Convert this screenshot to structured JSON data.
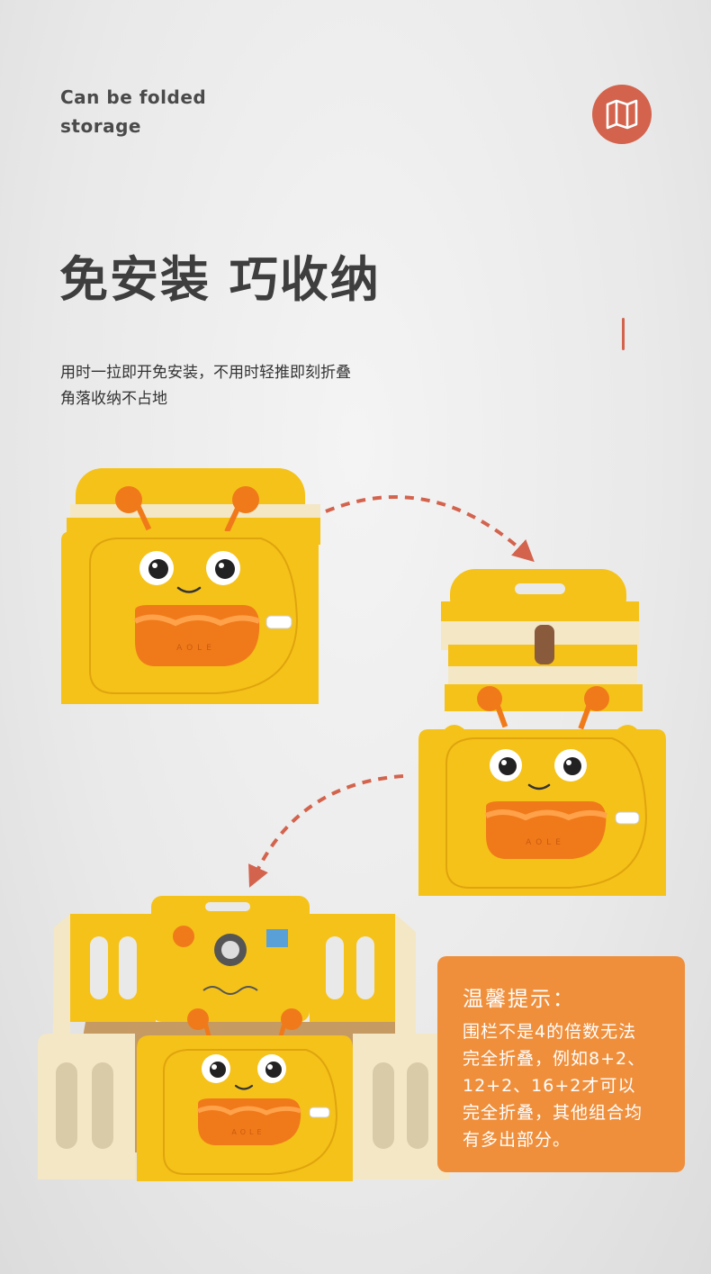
{
  "header": {
    "en_title": "Can be folded\nstorage",
    "cn_title": "免安装 巧收纳",
    "description": "用时一拉即开免安装，不用时轻推即刻折叠\n角落收纳不占地",
    "badge_icon": "folded-map-icon"
  },
  "tip": {
    "title": "温馨提示：",
    "body": "围栏不是4的倍数无法\n完全折叠，例如8+2、\n12+2、16+2才可以\n完全折叠，其他组合均\n有多出部分。"
  },
  "products": [
    {
      "name": "folded-playpen",
      "panel_text": "AOLE"
    },
    {
      "name": "half-folded-playpen",
      "panel_text": "AOLE"
    },
    {
      "name": "open-playpen",
      "panel_text": "AOLE"
    }
  ],
  "colors": {
    "accent": "#d3634d",
    "yellow": "#f5c219",
    "orange": "#f07a1a",
    "cream": "#f3e7c6",
    "tip_bg": "#ef8f3c",
    "arrow": "#d3634d"
  }
}
